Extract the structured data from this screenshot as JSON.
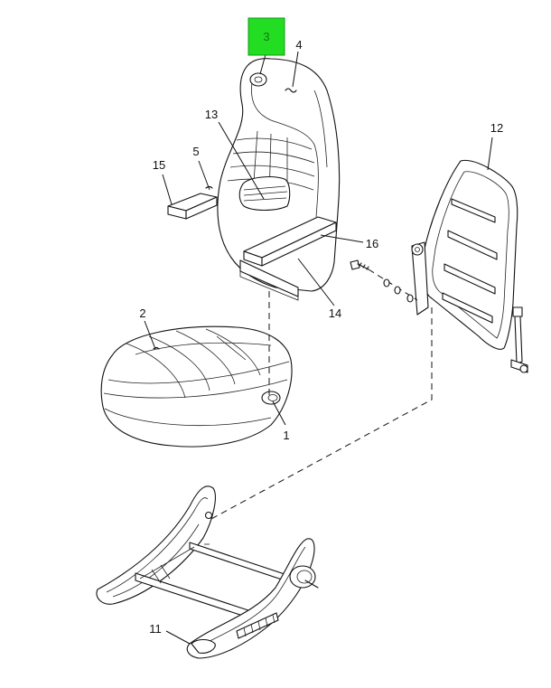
{
  "callouts": {
    "c1": "1",
    "c2": "2",
    "c3": "3",
    "c4": "4",
    "c5": "5",
    "c11": "11",
    "c12": "12",
    "c13": "13",
    "c14": "14",
    "c15": "15",
    "c16": "16"
  },
  "highlighted_callout": "3",
  "colors": {
    "highlight": "#22dd22",
    "line": "#111111",
    "background": "#ffffff"
  }
}
